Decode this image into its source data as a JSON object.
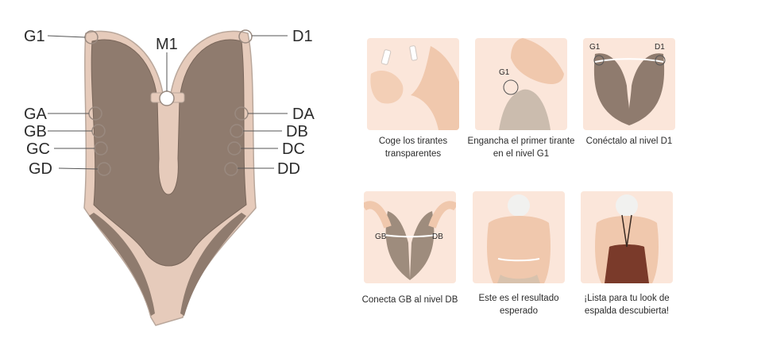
{
  "diagram": {
    "labels": {
      "g1": "G1",
      "d1": "D1",
      "m1": "M1",
      "ga": "GA",
      "da": "DA",
      "gb": "GB",
      "db": "DB",
      "gc": "GC",
      "dc": "DC",
      "gd": "GD",
      "dd": "DD"
    },
    "colors": {
      "fabric": "#8f7b6e",
      "trim": "#e6cbbb",
      "outline": "#b9a79b"
    }
  },
  "steps": [
    {
      "caption": "Coge los tirantes transparentes",
      "marks": []
    },
    {
      "caption": "Engancha el primer tirante en el nivel G1",
      "marks": [
        "G1"
      ]
    },
    {
      "caption": "Conéctalo al nivel D1",
      "marks": [
        "G1",
        "D1"
      ]
    },
    {
      "caption": "Conecta GB al nivel DB",
      "marks": [
        "GB",
        "DB"
      ]
    },
    {
      "caption": "Este es el resultado esperado",
      "marks": []
    },
    {
      "caption": "¡Lista para tu look de espalda descubierta!",
      "marks": []
    }
  ]
}
